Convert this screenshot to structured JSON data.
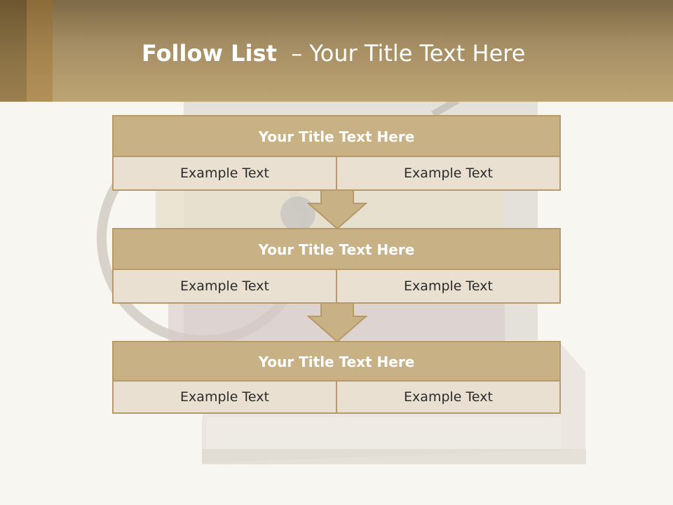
{
  "header": {
    "title_main": "Follow List",
    "title_sub": "– Your Title Text Here"
  },
  "steps": [
    {
      "title": "Your Title Text Here",
      "left": "Example Text",
      "right": "Example Text"
    },
    {
      "title": "Your Title Text Here",
      "left": "Example Text",
      "right": "Example Text"
    },
    {
      "title": "Your Title Text Here",
      "left": "Example Text",
      "right": "Example Text"
    }
  ],
  "colors": {
    "header": "#bda473",
    "block_title": "#c7b185",
    "block_cell": "#eae0d1",
    "border": "#b79a6a",
    "background": "#f8f6f1"
  }
}
